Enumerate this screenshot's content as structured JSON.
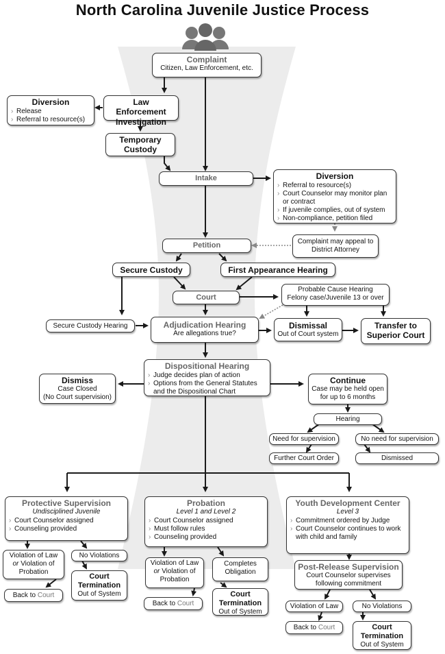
{
  "title": "North Carolina Juvenile Justice Process",
  "colors": {
    "ink": "#1a1a1a",
    "muted": "#777777",
    "funnel": "#ececec",
    "people": "#777777"
  },
  "icons": {
    "people": "people-group-icon"
  },
  "nodes": {
    "complaint": {
      "title": "Complaint",
      "sub": "Citizen, Law Enforcement, etc."
    },
    "diversion_left": {
      "title": "Diversion",
      "items": [
        "Release",
        "Referral to resource(s)"
      ]
    },
    "law_enforcement": {
      "line1": "Law Enforcement",
      "line2": "Investigation"
    },
    "temporary_custody": {
      "line1": "Temporary",
      "line2": "Custody"
    },
    "intake": {
      "title": "Intake"
    },
    "diversion_right": {
      "title": "Diversion",
      "items": [
        "Referral to resource(s)",
        "Court Counselor may monitor plan or contract",
        "If juvenile complies, out of system",
        "Non-compliance, petition filed"
      ]
    },
    "appeal": {
      "line1": "Complaint may appeal to",
      "line2": "District Attorney"
    },
    "petition": {
      "title": "Petition"
    },
    "secure_custody": {
      "title": "Secure Custody"
    },
    "first_appearance": {
      "title": "First Appearance Hearing"
    },
    "court": {
      "title": "Court"
    },
    "probable_cause": {
      "line1": "Probable Cause Hearing",
      "line2": "Felony case/Juvenile 13 or over"
    },
    "secure_custody_hearing": {
      "title": "Secure Custody Hearing"
    },
    "adjudication": {
      "title": "Adjudication Hearing",
      "sub": "Are allegations true?"
    },
    "dismissal": {
      "title": "Dismissal",
      "sub": "Out of Court system"
    },
    "transfer": {
      "line1": "Transfer to",
      "line2": "Superior Court"
    },
    "dispositional": {
      "title": "Dispositional Hearing",
      "items": [
        "Judge decides plan of action",
        "Options from the General Statutes and the Dispositional Chart"
      ]
    },
    "dismiss": {
      "title": "Dismiss",
      "line1": "Case Closed",
      "line2": "(No Court supervision)"
    },
    "continue": {
      "title": "Continue",
      "line1": "Case may be held open",
      "line2": "for up to 6 months"
    },
    "hearing": {
      "title": "Hearing"
    },
    "need_supervision": {
      "title": "Need for supervision"
    },
    "no_need_supervision": {
      "title": "No need for supervision"
    },
    "further_court_order": {
      "title": "Further Court Order"
    },
    "dismissed": {
      "title": "Dismissed"
    },
    "protective": {
      "title": "Protective Supervision",
      "sub": "Undisciplined Juvenile",
      "items": [
        "Court Counselor assigned",
        "Counseling provided"
      ]
    },
    "probation": {
      "title": "Probation",
      "sub": "Level 1 and Level 2",
      "items": [
        "Court Counselor assigned",
        "Must follow rules",
        "Counseling provided"
      ]
    },
    "ydc": {
      "title": "Youth Development Center",
      "sub": "Level 3",
      "items": [
        "Commitment ordered by Judge",
        "Court Counselor continues to work with child and family"
      ]
    },
    "ps_violation": {
      "line1": "Violation of Law",
      "or": "or",
      "line2": "Violation of",
      "line3": "Probation"
    },
    "ps_no_violation": {
      "title": "No Violations"
    },
    "ps_back": {
      "prefix": "Back to",
      "court": "Court"
    },
    "ps_termination": {
      "line1": "Court",
      "line2": "Termination",
      "line3": "Out of System"
    },
    "pr_violation": {
      "line1": "Violation of Law",
      "or": "or",
      "line2": "Violation of",
      "line3": "Probation"
    },
    "pr_completes": {
      "line1": "Completes",
      "line2": "Obligation"
    },
    "pr_back": {
      "prefix": "Back to",
      "court": "Court"
    },
    "pr_termination": {
      "line1": "Court",
      "line2": "Termination",
      "line3": "Out of System"
    },
    "post_release": {
      "title": "Post-Release Supervision",
      "line1": "Court Counselor supervises",
      "line2": "following commitment"
    },
    "y_violation": {
      "title": "Violation of Law"
    },
    "y_no_violation": {
      "title": "No Violations"
    },
    "y_back": {
      "prefix": "Back to",
      "court": "Court"
    },
    "y_termination": {
      "line1": "Court",
      "line2": "Termination",
      "line3": "Out of System"
    }
  }
}
